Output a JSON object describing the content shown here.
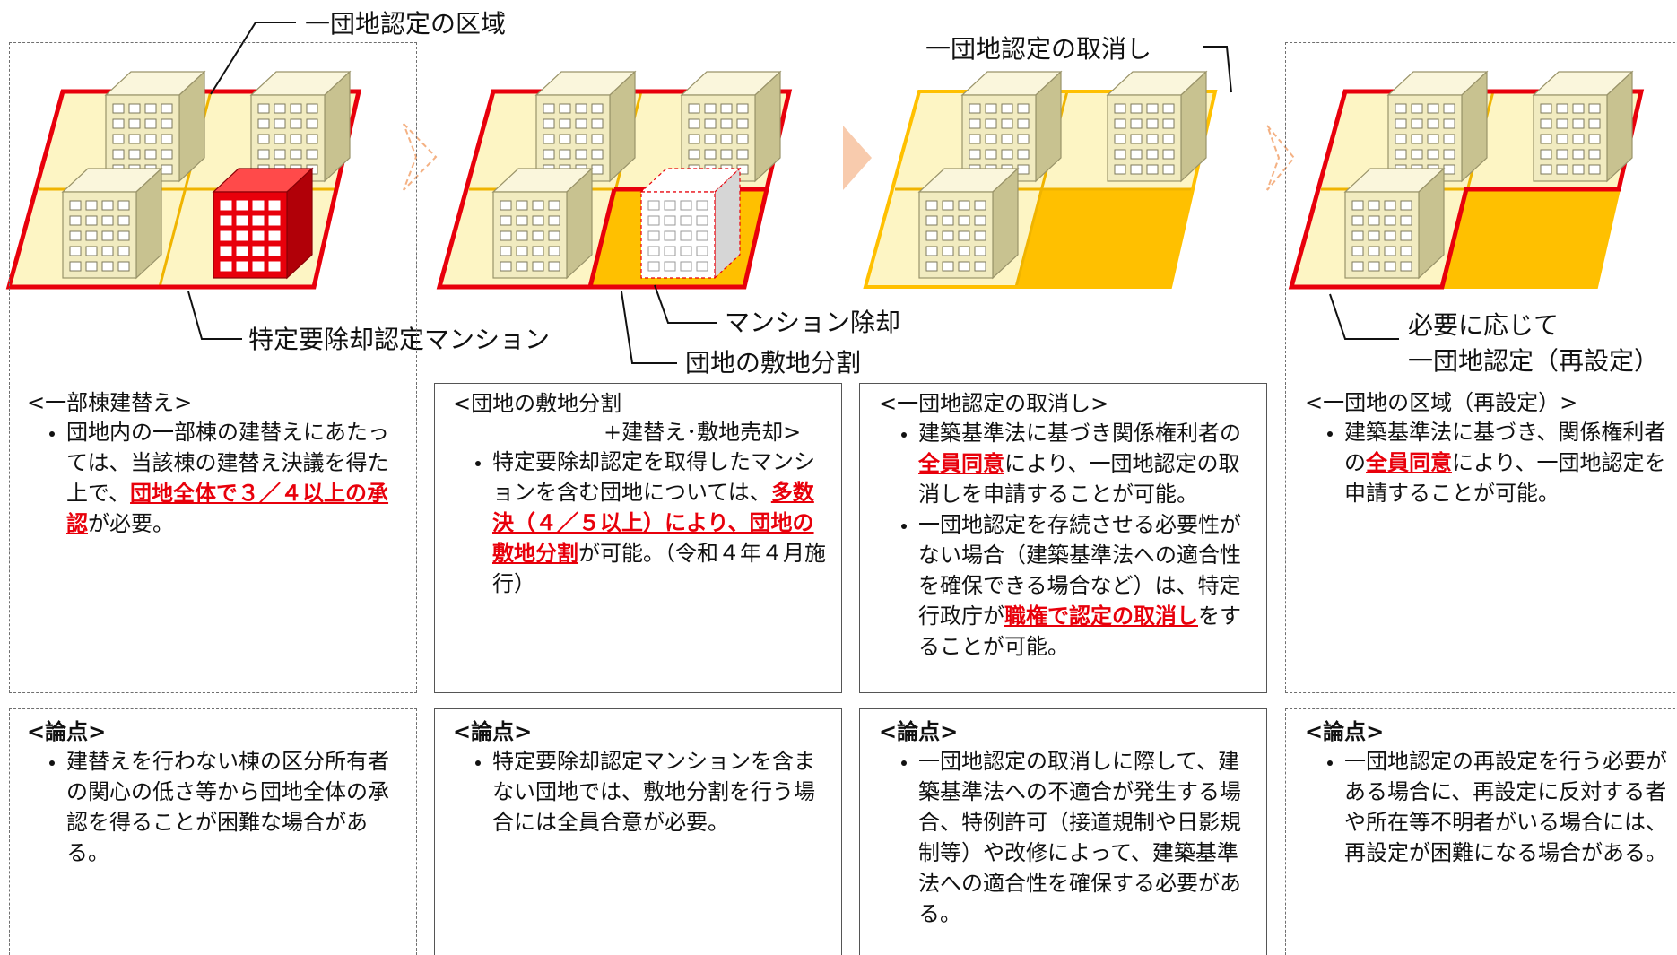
{
  "labels": {
    "ichidanchi_area": "一団地認定の区域",
    "tokutei_mansion": "特定要除却認定マンション",
    "mansion_demolition": "マンション除却",
    "site_division": "団地の敷地分割",
    "cancellation": "一団地認定の取消し",
    "reset_line1": "必要に応じて",
    "reset_line2": "一団地認定（再設定）"
  },
  "panels": [
    {
      "header": "<一部棟建替え>",
      "bullets": [
        [
          "団地内の一部棟の建替えにあたっては、当該棟の建替え決議を得た上で、",
          {
            "em": "団地全体で３／４以上の承認"
          },
          "が必要。"
        ]
      ],
      "issue_title": "<論点>",
      "issues": [
        "建替えを行わない棟の区分所有者の関心の低さ等から団地全体の承認を得ることが困難な場合がある。"
      ]
    },
    {
      "header": "<団地の敷地分割\n　　　　　　　+建替え･敷地売却>",
      "bullets": [
        [
          "特定要除却認定を取得したマンションを含む団地については、",
          {
            "em": "多数決（４／５以上）により、団地の敷地分割"
          },
          "が可能。（令和４年４月施行）"
        ]
      ],
      "issue_title": "<論点>",
      "issues": [
        "特定要除却認定マンションを含まない団地では、敷地分割を行う場合には全員合意が必要。"
      ]
    },
    {
      "header": "<一団地認定の取消し>",
      "bullets": [
        [
          "建築基準法に基づき関係権利者の",
          {
            "em": "全員同意"
          },
          "により、一団地認定の取消しを申請することが可能。"
        ],
        [
          "一団地認定を存続させる必要性がない場合（建築基準法への適合性を確保できる場合など）は、特定行政庁が",
          {
            "em": "職権で認定の取消し"
          },
          "をすることが可能。"
        ]
      ],
      "issue_title": "<論点>",
      "issues": [
        "一団地認定の取消しに際して、建築基準法への不適合が発生する場合、特例許可（接道規制や日影規制等）や改修によって、建築基準法への適合性を確保する必要がある。"
      ]
    },
    {
      "header": "<一団地の区域（再設定）>",
      "bullets": [
        [
          "建築基準法に基づき、関係権利者の",
          {
            "em": "全員同意"
          },
          "により、一団地認定を申請することが可能。"
        ]
      ],
      "issue_title": "<論点>",
      "issues": [
        "一団地認定の再設定を行う必要がある場合に、再設定に反対する者や所在等不明者がいる場合には、再設定が困難になる場合がある。"
      ]
    }
  ],
  "colors": {
    "accent_red": "#e8000b",
    "parcel_fill": "#fdf5c4",
    "orange_fill": "#ffc000",
    "building_front": "#f1ebc0",
    "building_side": "#c8c290"
  }
}
